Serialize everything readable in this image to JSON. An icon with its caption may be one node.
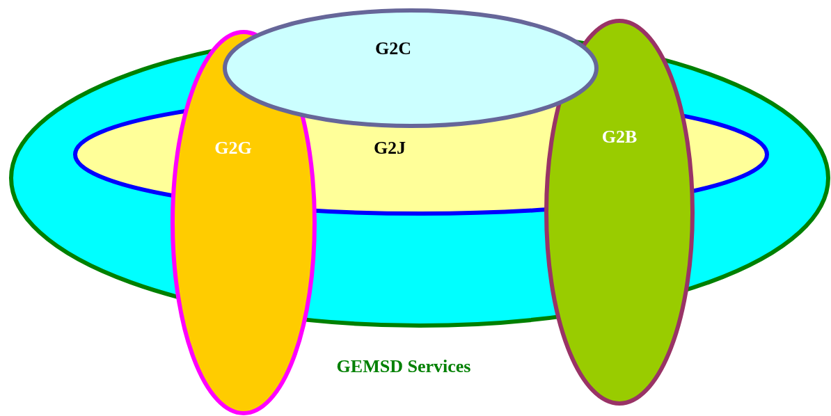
{
  "diagram": {
    "nodes": [
      {
        "text": [
          "GEMSD Services"
        ]
      },
      {
        "text": [
          "G2C"
        ]
      },
      {
        "text": [
          "G2G"
        ]
      },
      {
        "text": [
          "G2J"
        ],
        "in": 0
      },
      {
        "text": [
          "G2B"
        ]
      }
    ]
  }
}
